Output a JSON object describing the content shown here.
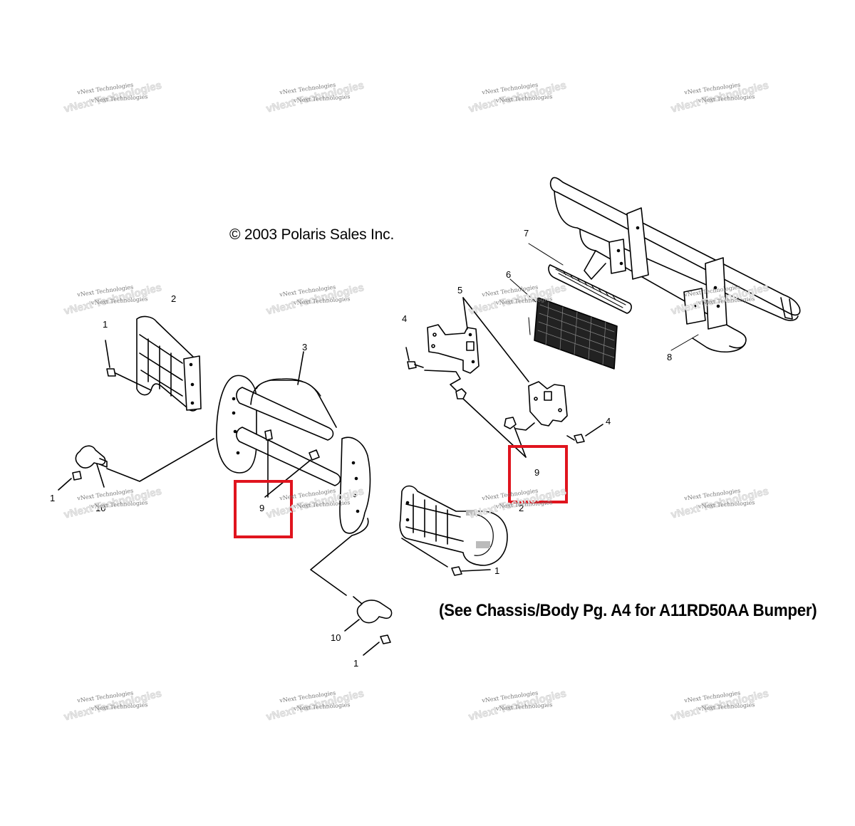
{
  "copyright": "© 2003 Polaris Sales Inc.",
  "note": "(See Chassis/Body Pg. A4 for A11RD50AA Bumper)",
  "watermark": {
    "small": "vNext Technologies",
    "big": "vNext Technologies"
  },
  "callouts": [
    "1",
    "1",
    "1",
    "1",
    "2",
    "2",
    "3",
    "4",
    "4",
    "5",
    "6",
    "7",
    "8",
    "9",
    "9",
    "10",
    "10"
  ],
  "highlight_color": "#e0141e"
}
